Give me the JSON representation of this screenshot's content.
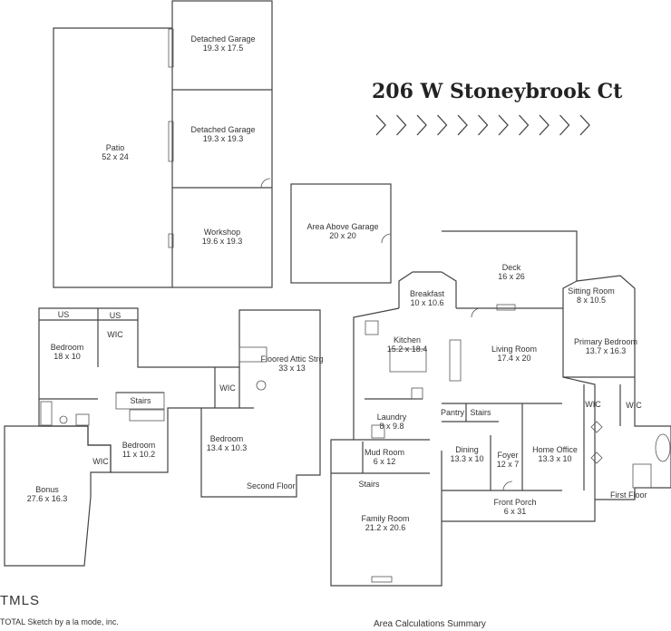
{
  "address": "206 W Stoneybrook Ct",
  "rooms": [
    {
      "key": "detached_garage_1",
      "name": "Detached Garage",
      "dims": "19.3 x 17.5"
    },
    {
      "key": "detached_garage_2",
      "name": "Detached Garage",
      "dims": "19.3 x 19.3"
    },
    {
      "key": "patio",
      "name": "Patio",
      "dims": "52 x 24"
    },
    {
      "key": "workshop",
      "name": "Workshop",
      "dims": "19.6 x 19.3"
    },
    {
      "key": "area_above_garage",
      "name": "Area Above Garage",
      "dims": "20 x 20"
    },
    {
      "key": "deck",
      "name": "Deck",
      "dims": "16 x 26"
    },
    {
      "key": "breakfast",
      "name": "Breakfast",
      "dims": "10 x 10.6"
    },
    {
      "key": "sitting_room",
      "name": "Sitting Room",
      "dims": "8 x 10.5"
    },
    {
      "key": "kitchen",
      "name": "Kitchen",
      "dims": "15.2 x 18.4"
    },
    {
      "key": "living_room",
      "name": "Living Room",
      "dims": "17.4 x 20"
    },
    {
      "key": "primary_bedroom",
      "name": "Primary Bedroom",
      "dims": "13.7 x 16.3"
    },
    {
      "key": "bedroom_2",
      "name": "Bedroom",
      "dims": "18 x 10"
    },
    {
      "key": "floored_attic",
      "name": "Floored Attic Strg",
      "dims": "33 x 13"
    },
    {
      "key": "laundry",
      "name": "Laundry",
      "dims": "8 x 9.8"
    },
    {
      "key": "bedroom_3",
      "name": "Bedroom",
      "dims": "11 x 10.2"
    },
    {
      "key": "bedroom_4",
      "name": "Bedroom",
      "dims": "13.4 x 10.3"
    },
    {
      "key": "mud_room",
      "name": "Mud Room",
      "dims": "6 x 12"
    },
    {
      "key": "dining",
      "name": "Dining",
      "dims": "13.3 x 10"
    },
    {
      "key": "foyer",
      "name": "Foyer",
      "dims": "12 x 7"
    },
    {
      "key": "home_office",
      "name": "Home Office",
      "dims": "13.3 x 10"
    },
    {
      "key": "bonus",
      "name": "Bonus",
      "dims": "27.6 x 16.3"
    },
    {
      "key": "front_porch",
      "name": "Front Porch",
      "dims": "6 x 31"
    },
    {
      "key": "family_room",
      "name": "Family Room",
      "dims": "21.2 x 20.6"
    }
  ],
  "small_labels": {
    "us_1": "US",
    "us_2": "US",
    "wic_upstairs": "WIC",
    "stairs_upstairs": "Stairs",
    "wic_bedroom4": "WIC",
    "wic_bonus": "WIC",
    "pantry": "Pantry",
    "stairs_main": "Stairs",
    "stairs_family": "Stairs",
    "wic_primary_1": "WIC",
    "wic_primary_2": "WIC"
  },
  "floor_labels": {
    "second": "Second Floor",
    "first": "First Floor"
  },
  "footer": {
    "logo": "TMLS",
    "credit": "TOTAL Sketch by a la mode, inc.",
    "summary": "Area Calculations Summary"
  },
  "chevron_count": 11
}
